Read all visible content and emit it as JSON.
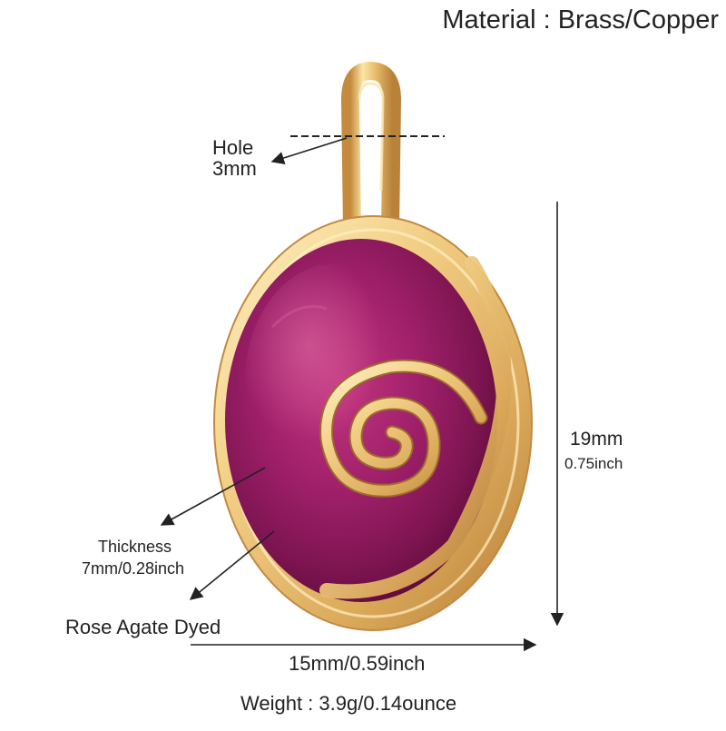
{
  "material": "Material : Brass/Copper",
  "hole": {
    "title": "Hole",
    "size": "3mm"
  },
  "height": {
    "mm": "19mm",
    "inch": "0.75inch"
  },
  "thickness": {
    "title": "Thickness",
    "value": "7mm/0.28inch"
  },
  "stone": "Rose Agate Dyed",
  "width": "15mm/0.59inch",
  "weight": "Weight : 3.9g/0.14ounce",
  "colors": {
    "gold_light": "#fbe6a6",
    "gold_mid": "#e3b766",
    "gold_dark": "#b9823a",
    "stone_light": "#c2357f",
    "stone_mid": "#8c1a5a",
    "stone_dark": "#5c0a36",
    "text": "#222222"
  }
}
